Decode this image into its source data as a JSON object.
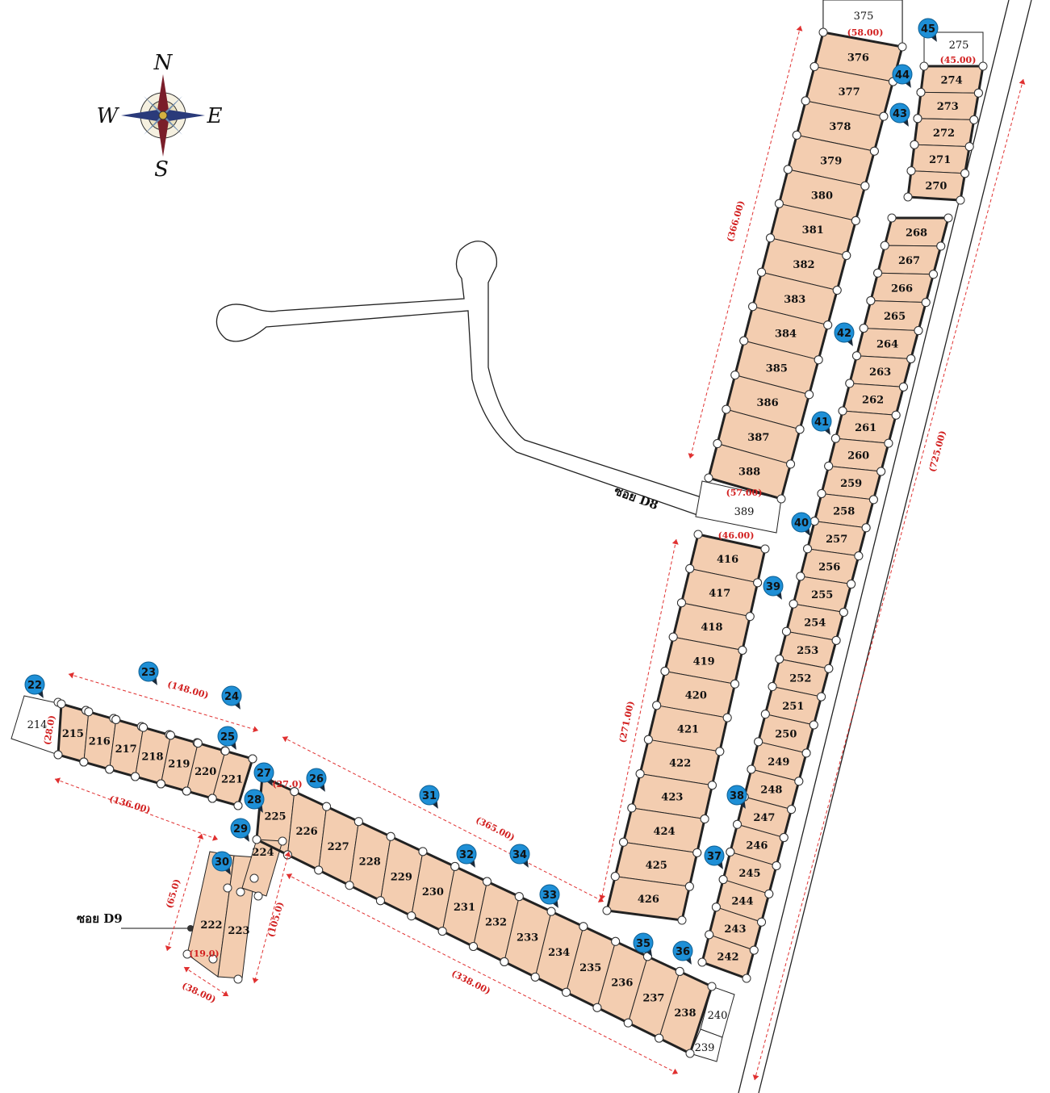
{
  "map": {
    "roads": {
      "d8": "ซอย D8",
      "d9": "ซอย D9"
    },
    "compass": {
      "n": "N",
      "s": "S",
      "e": "E",
      "w": "W"
    },
    "plots_unshaded": [
      "375",
      "275",
      "389",
      "214",
      "239",
      "240"
    ],
    "plots": {
      "376": "376",
      "377": "377",
      "378": "378",
      "379": "379",
      "380": "380",
      "381": "381",
      "382": "382",
      "383": "383",
      "384": "384",
      "385": "385",
      "386": "386",
      "387": "387",
      "388": "388",
      "274": "274",
      "273": "273",
      "272": "272",
      "271": "271",
      "270": "270",
      "268": "268",
      "267": "267",
      "266": "266",
      "265": "265",
      "264": "264",
      "263": "263",
      "262": "262",
      "261": "261",
      "260": "260",
      "259": "259",
      "258": "258",
      "257": "257",
      "256": "256",
      "255": "255",
      "254": "254",
      "253": "253",
      "252": "252",
      "251": "251",
      "250": "250",
      "249": "249",
      "248": "248",
      "247": "247",
      "246": "246",
      "245": "245",
      "244": "244",
      "243": "243",
      "242": "242",
      "416": "416",
      "417": "417",
      "418": "418",
      "419": "419",
      "420": "420",
      "421": "421",
      "422": "422",
      "423": "423",
      "424": "424",
      "425": "425",
      "426": "426",
      "215": "215",
      "216": "216",
      "217": "217",
      "218": "218",
      "219": "219",
      "220": "220",
      "221": "221",
      "225": "225",
      "226": "226",
      "227": "227",
      "228": "228",
      "229": "229",
      "230": "230",
      "231": "231",
      "232": "232",
      "233": "233",
      "234": "234",
      "235": "235",
      "236": "236",
      "237": "237",
      "238": "238",
      "222": "222",
      "223": "223",
      "224": "224"
    },
    "dimensions": {
      "d58": "(58.00)",
      "d45": "(45.00)",
      "d366": "(366.00)",
      "d725": "(725.00)",
      "d57": "(57.00)",
      "d46": "(46.00)",
      "d271": "(271.00)",
      "d148": "(148.00)",
      "d136": "(136.00)",
      "d365": "(365.00)",
      "d338": "(338.00)",
      "d65": "(65.0)",
      "d105": "(105.0)",
      "d38": "(38.00)",
      "d19": "(19.0)",
      "d27": "(27.0)",
      "d28": "(28.0)"
    },
    "markers": [
      "22",
      "23",
      "24",
      "25",
      "26",
      "27",
      "28",
      "29",
      "30",
      "31",
      "32",
      "33",
      "34",
      "35",
      "36",
      "37",
      "38",
      "39",
      "40",
      "41",
      "42",
      "43",
      "44",
      "45"
    ],
    "colors": {
      "lot_fill": "#f3cdb0",
      "marker": "#1e8fd6",
      "dimension": "#d22020"
    }
  }
}
